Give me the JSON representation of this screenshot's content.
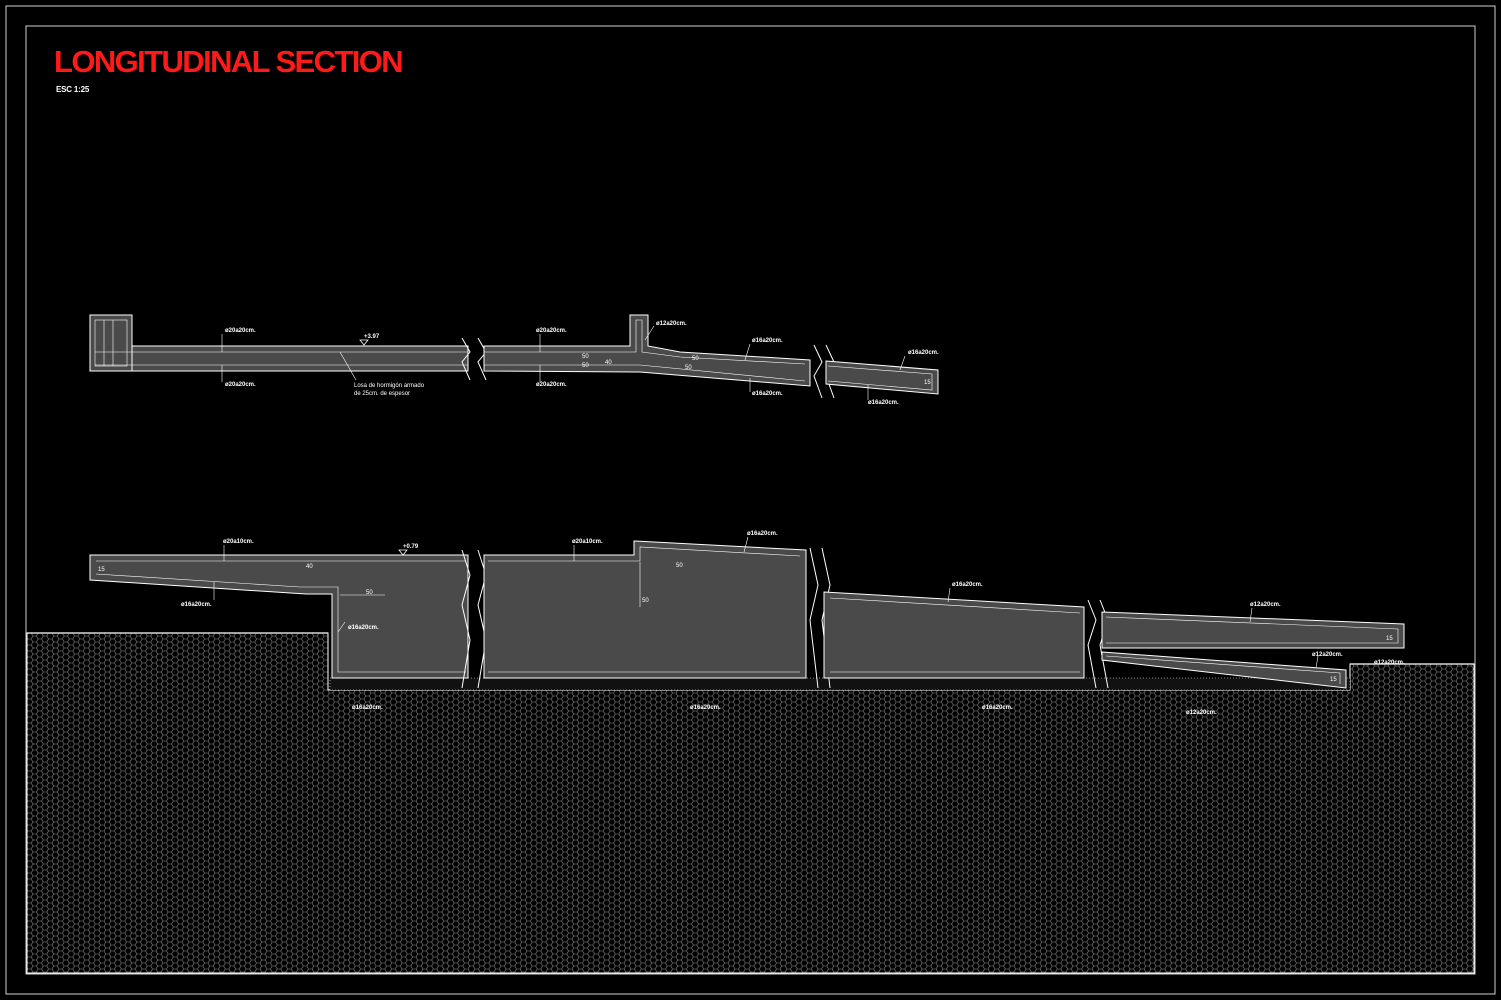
{
  "drawing": {
    "title": "LONGITUDINAL SECTION",
    "scale": "ESC 1:25"
  },
  "colors": {
    "background": "#000000",
    "title": "#ff1a1a",
    "line": "#ffffff",
    "concrete": "#4a4a4a",
    "soil_pattern": "#8a8a8a"
  },
  "upper_section": {
    "level": "+3.97",
    "slab_note_line1": "Losa de hormigón armado",
    "slab_note_line2": "de 25cm. de espesor",
    "rebar_top_1": "ø20a20cm.",
    "rebar_bottom_1": "ø20a20cm.",
    "rebar_top_2": "ø20a20cm.",
    "rebar_bottom_2": "ø20a20cm.",
    "rebar_upstand": "ø12a20cm.",
    "rebar_top_3": "ø16a20cm.",
    "rebar_bottom_3": "ø16a20cm.",
    "rebar_top_4": "ø16a20cm.",
    "rebar_bottom_4": "ø16a20cm.",
    "dim_50a": "50",
    "dim_40": "40",
    "dim_50b": "50",
    "dim_50c": "50",
    "dim_50d": "50",
    "dim_15": "15"
  },
  "lower_section": {
    "level": "+0.79",
    "rebar_top_1": "ø20a10cm.",
    "rebar_bottom_1": "ø16a20cm.",
    "rebar_wall": "ø16a20cm.",
    "rebar_top_2": "ø20a10cm.",
    "rebar_top_3": "ø16a20cm.",
    "rebar_top_4": "ø16a20cm.",
    "rebar_top_5": "ø12a20cm.",
    "rebar_top_6": "ø12a20cm.",
    "rebar_end": "ø12a20cm.",
    "rebar_base_1": "ø16a20cm.",
    "rebar_base_2": "ø16a20cm.",
    "rebar_base_3": "ø16a20cm.",
    "rebar_base_4": "ø12a20cm.",
    "dim_15a": "15",
    "dim_40": "40",
    "dim_50a": "50",
    "dim_50b": "50",
    "dim_50c": "50",
    "dim_15b": "15",
    "dim_15c": "15"
  }
}
